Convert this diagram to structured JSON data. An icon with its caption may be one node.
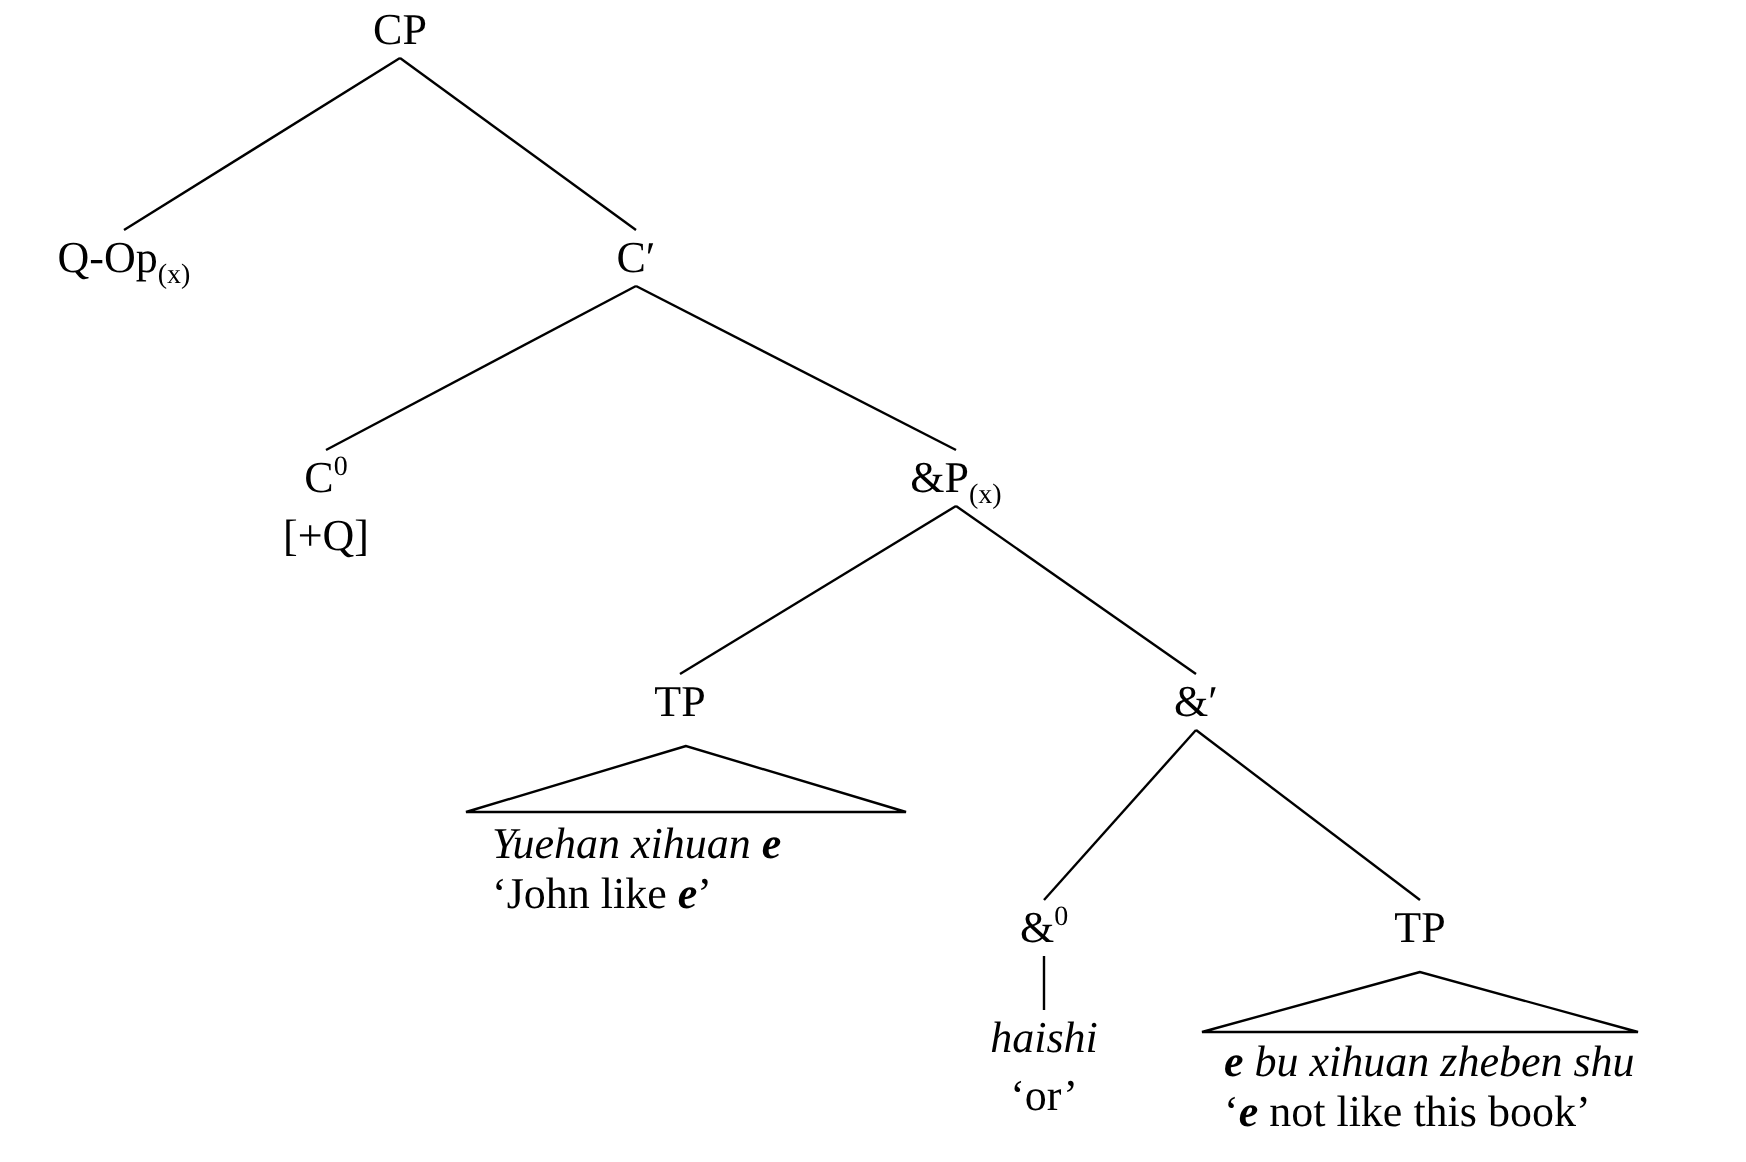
{
  "diagram": {
    "nodes": [
      {
        "text": [
          "CP"
        ]
      },
      {
        "text": [
          "Q-Op$_{(x)}$"
        ]
      },
      {
        "text": [
          "C′"
        ]
      },
      {
        "text": [
          "C$^{0}$",
          "[+Q]"
        ]
      },
      {
        "text": [
          "&P$_{(x)}$"
        ]
      },
      {
        "text": [
          "TP"
        ]
      },
      {
        "text": [],
        "shape": "triangle"
      },
      {
        "text": [
          "Yuehan xihuan **e**",
          "‘John like **e**’"
        ]
      },
      {
        "text": [
          "&′"
        ]
      },
      {
        "text": [
          "&$^{0}$"
        ]
      },
      {
        "text": [
          "*haishi*",
          "‘or’"
        ]
      },
      {
        "text": [
          "TP"
        ]
      },
      {
        "text": [],
        "shape": "triangle"
      },
      {
        "text": [
          "**e** bu xihuan zheben shu",
          "‘**e** not like this book’"
        ]
      }
    ],
    "edges": [
      {
        "from": 0,
        "to": 1,
        "arrow": "none"
      },
      {
        "from": 0,
        "to": 2,
        "arrow": "none"
      },
      {
        "from": 2,
        "to": 3,
        "arrow": "none"
      },
      {
        "from": 2,
        "to": 4,
        "arrow": "none"
      },
      {
        "from": 4,
        "to": 5,
        "arrow": "none"
      },
      {
        "from": 4,
        "to": 8,
        "arrow": "none"
      },
      {
        "from": 8,
        "to": 9,
        "arrow": "none"
      },
      {
        "from": 8,
        "to": 11,
        "arrow": "none"
      },
      {
        "from": 9,
        "to": 10,
        "arrow": "none"
      }
    ]
  }
}
